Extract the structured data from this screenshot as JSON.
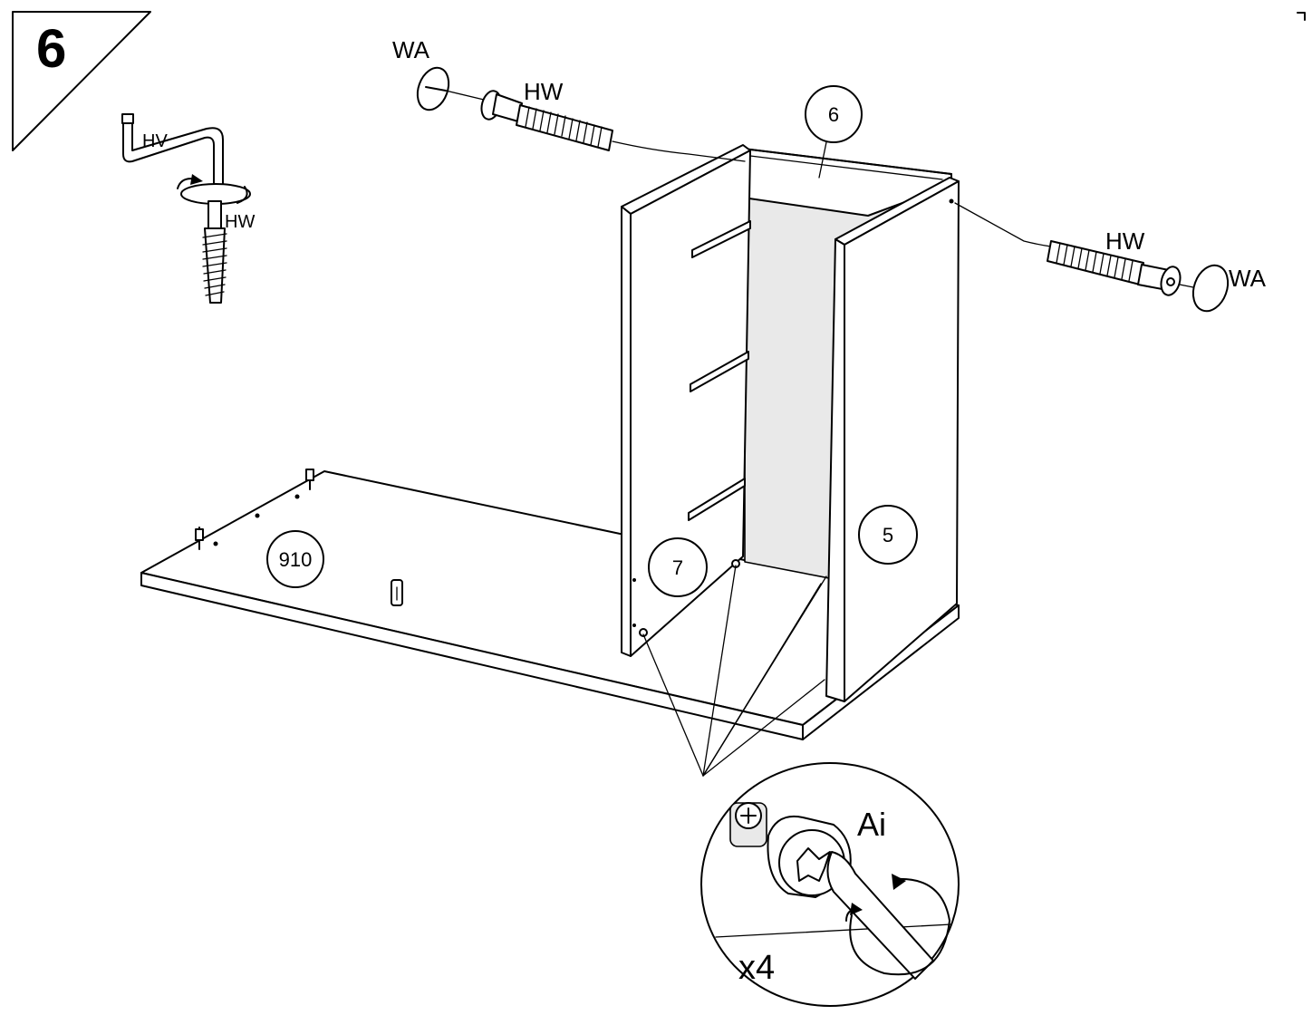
{
  "step": {
    "number": "6"
  },
  "parts": {
    "top": "6",
    "right_side": "5",
    "left_side": "7",
    "bottom": "910"
  },
  "hardware": {
    "hv_tool": "HV",
    "hw_tool_screw": "HW",
    "hw_left": "HW",
    "wa_left": "WA",
    "hw_right": "HW",
    "wa_right": "WA"
  },
  "detail": {
    "label": "Ai",
    "quantity": "x4"
  }
}
